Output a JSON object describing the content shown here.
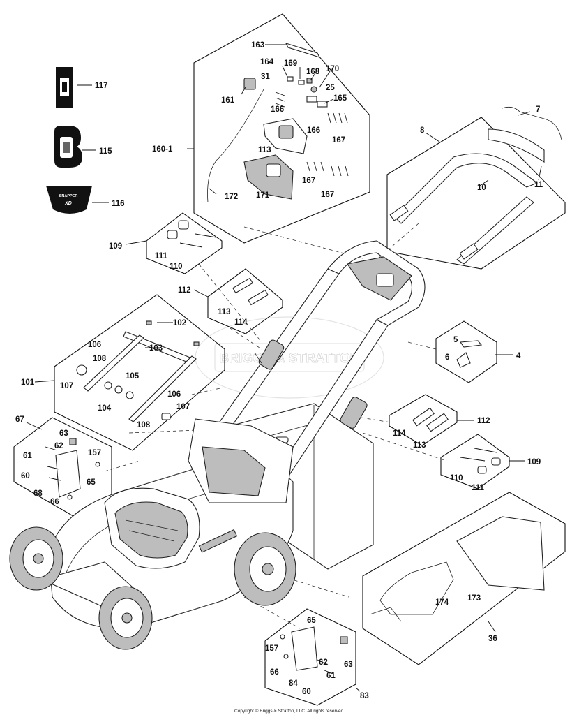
{
  "diagram": {
    "watermark": "BRIGGS & STRATTON",
    "copyright": "Copyright © Briggs & Stratton, LLC. All rights reserved.",
    "decal_text": {
      "decal_116_line1": "SNAPPER",
      "decal_116_line2": "XD"
    },
    "callouts": {
      "c163": "163",
      "c164": "164",
      "c169": "169",
      "c168": "168",
      "c170": "170",
      "c31": "31",
      "c25": "25",
      "c161": "161",
      "c165": "165",
      "c166a": "166",
      "c166b": "166",
      "c167a": "167",
      "c113a": "113",
      "c160_1": "160-1",
      "c167b": "167",
      "c167c": "167",
      "c171": "171",
      "c172": "172",
      "c117": "117",
      "c115": "115",
      "c116": "116",
      "c7": "7",
      "c8": "8",
      "c10": "10",
      "c11": "11",
      "c109a": "109",
      "c111a": "111",
      "c110a": "110",
      "c112a": "112",
      "c113b": "113",
      "c114a": "114",
      "c102": "102",
      "c106a": "106",
      "c103": "103",
      "c108a": "108",
      "c101": "101",
      "c107a": "107",
      "c105": "105",
      "c104": "104",
      "c106b": "106",
      "c107b": "107",
      "c108b": "108",
      "c5": "5",
      "c4": "4",
      "c6": "6",
      "c67": "67",
      "c63a": "63",
      "c157a": "157",
      "c62a": "62",
      "c61a": "61",
      "c60a": "60",
      "c65a": "65",
      "c68": "68",
      "c66a": "66",
      "c114b": "114",
      "c112b": "112",
      "c113c": "113",
      "c109b": "109",
      "c110b": "110",
      "c111b": "111",
      "c174": "174",
      "c173": "173",
      "c36": "36",
      "c65b": "65",
      "c157b": "157",
      "c66b": "66",
      "c62b": "62",
      "c63b": "63",
      "c61b": "61",
      "c84": "84",
      "c60b": "60",
      "c83": "83"
    }
  }
}
